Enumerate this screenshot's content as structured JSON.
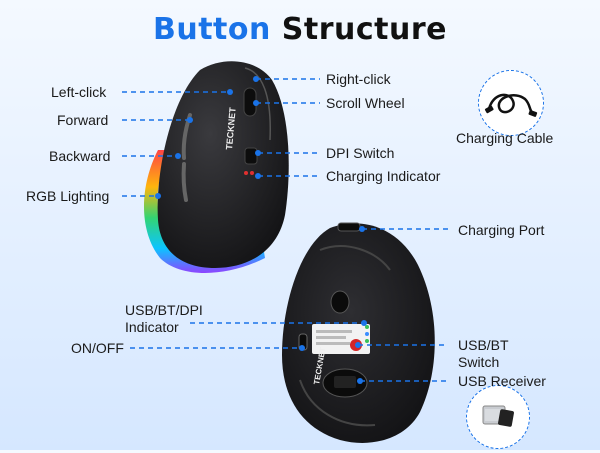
{
  "title": {
    "accent": "Button",
    "rest": "Structure"
  },
  "top_mouse": {
    "brand": "TECKNET",
    "left_labels": {
      "left_click": "Left-click",
      "forward": "Forward",
      "backward": "Backward",
      "rgb_lighting": "RGB Lighting"
    },
    "right_labels": {
      "right_click": "Right-click",
      "scroll_wheel": "Scroll Wheel",
      "dpi_switch": "DPI Switch",
      "charging_indicator": "Charging Indicator"
    }
  },
  "accessories": {
    "charging_cable": "Charging Cable"
  },
  "bottom_mouse": {
    "brand": "TECKNET",
    "charging_port": "Charging Port",
    "usb_bt_dpi_indicator": "USB/BT/DPI Indicator",
    "on_off": "ON/OFF",
    "usb_bt_switch": "USB/BT Switch",
    "usb_receiver": "USB Receiver"
  },
  "colors": {
    "accent": "#1a73e8",
    "mouse_body": "#1c1c1e",
    "background": "#e3efff"
  }
}
